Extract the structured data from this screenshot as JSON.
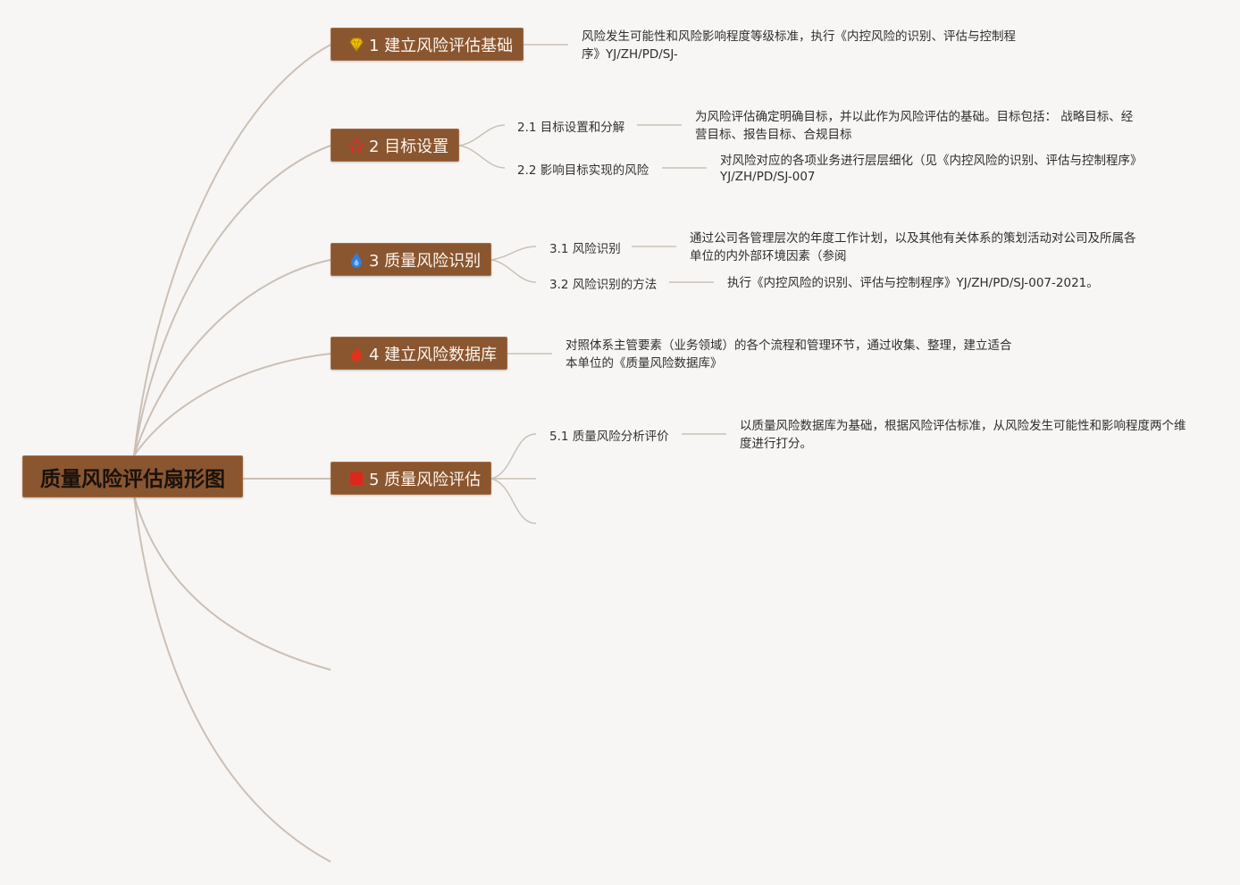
{
  "root": {
    "label": "质量风险评估扇形图"
  },
  "branches": [
    {
      "label": "1 建立风险评估基础",
      "icon": "diamond-icon",
      "icon_color": "#f2c200",
      "note": "风险发生可能性和风险影响程度等级标准，执行《内控风险的识别、评估与控制程序》YJ/ZH/PD/SJ-"
    },
    {
      "label": "2 目标设置",
      "icon": "star-outline-icon",
      "icon_color": "#d9312a",
      "subs": [
        {
          "label": "2.1 目标设置和分解",
          "note": "为风险评估确定明确目标，并以此作为风险评估的基础。目标包括： 战略目标、经营目标、报告目标、合规目标"
        },
        {
          "label": "2.2 影响目标实现的风险",
          "note": "对风险对应的各项业务进行层层细化（见《内控风险的识别、评估与控制程序》YJ/ZH/PD/SJ-007"
        }
      ]
    },
    {
      "label": "3 质量风险识别",
      "icon": "drop-icon",
      "icon_color": "#2f7fe0",
      "subs": [
        {
          "label": "3.1 风险识别",
          "note": "通过公司各管理层次的年度工作计划，以及其他有关体系的策划活动对公司及所属各单位的内外部环境因素（参阅"
        },
        {
          "label": "3.2 风险识别的方法",
          "note": "执行《内控风险的识别、评估与控制程序》YJ/ZH/PD/SJ-007-2021。"
        }
      ]
    },
    {
      "label": "4 建立风险数据库",
      "icon": "flame-icon",
      "icon_color": "#e0331f",
      "note": "对照体系主管要素（业务领域）的各个流程和管理环节，通过收集、整理，建立适合本单位的《质量风险数据库》"
    },
    {
      "label": "5 质量风险评估",
      "icon": "square-icon",
      "icon_color": "#e0261c",
      "subs": [
        {
          "label": "5.1 质量风险分析评价",
          "note": "以质量风险数据库为基础，根据风险评估标准，从风险发生可能性和影响程度两个维度进行打分。"
        }
      ]
    }
  ]
}
